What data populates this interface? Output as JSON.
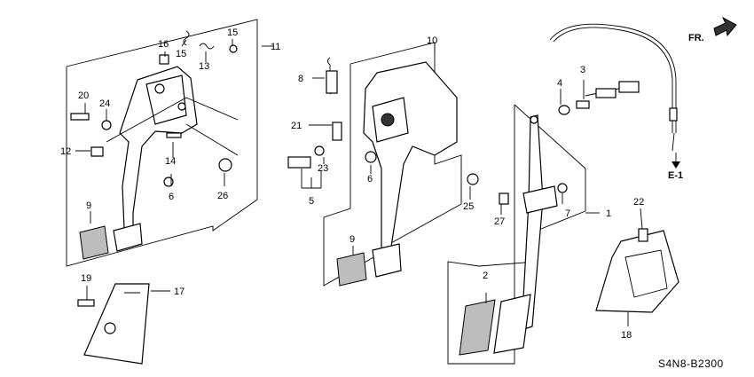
{
  "diagram": {
    "code": "S4N8-B2300",
    "direction_label": "FR.",
    "ref_label": "E-1",
    "callouts": [
      "1",
      "2",
      "3",
      "4",
      "5",
      "6",
      "6",
      "7",
      "8",
      "9",
      "9",
      "10",
      "11",
      "12",
      "13",
      "14",
      "15",
      "15",
      "16",
      "17",
      "18",
      "19",
      "20",
      "21",
      "22",
      "23",
      "24",
      "25",
      "26",
      "27"
    ]
  },
  "colors": {
    "ink": "#000000",
    "paper": "#ffffff",
    "shade": "#bdbdbd"
  }
}
